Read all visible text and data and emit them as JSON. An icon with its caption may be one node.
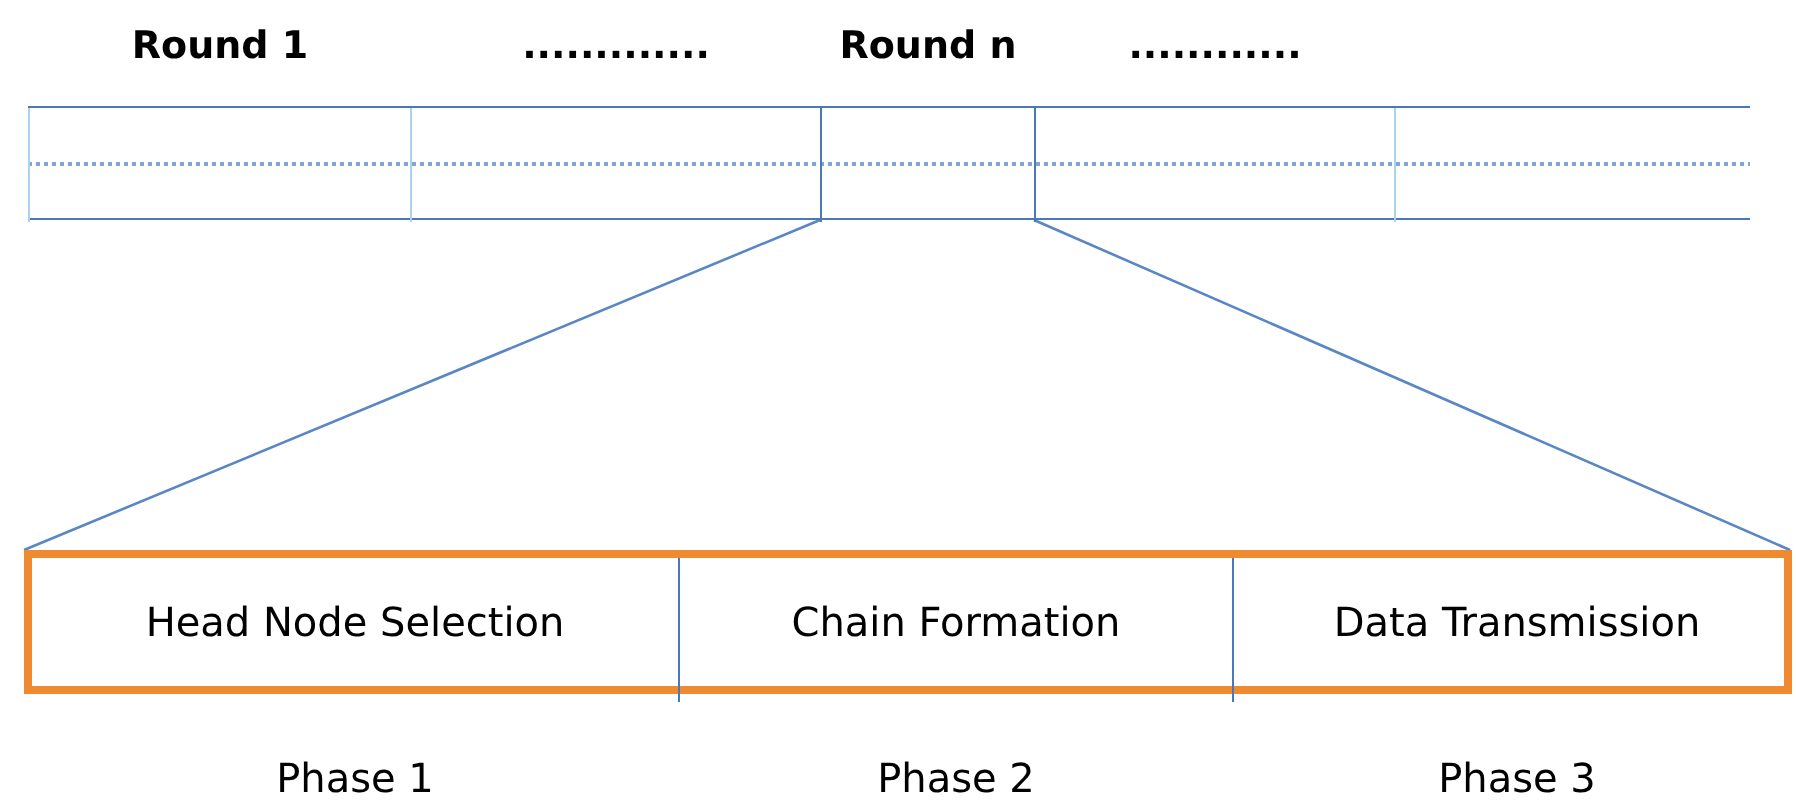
{
  "diagram": {
    "nodes": [
      {
        "text": [],
        "shape": "bar"
      },
      {
        "text": [
          "Round 1"
        ],
        "in": 0
      },
      {
        "text": [
          "............."
        ],
        "in": 0
      },
      {
        "text": [
          "Round n"
        ],
        "in": 0
      },
      {
        "text": [
          "............"
        ],
        "in": 0
      },
      {
        "text": [],
        "shape": "box",
        "in": 0
      },
      {
        "text": [],
        "shape": "bar"
      },
      {
        "text": [
          "Head Node Selection"
        ],
        "in": 6,
        "beside": [
          "Phase 1"
        ]
      },
      {
        "text": [
          "Chain Formation"
        ],
        "in": 6,
        "beside": [
          "Phase 2"
        ]
      },
      {
        "text": [
          "Data Transmission"
        ],
        "in": 6,
        "beside": [
          "Phase 3"
        ]
      }
    ],
    "edges": [
      {
        "from": 3,
        "to": 6,
        "arrow": "none"
      },
      {
        "from": 3,
        "to": 6,
        "arrow": "none"
      }
    ]
  }
}
